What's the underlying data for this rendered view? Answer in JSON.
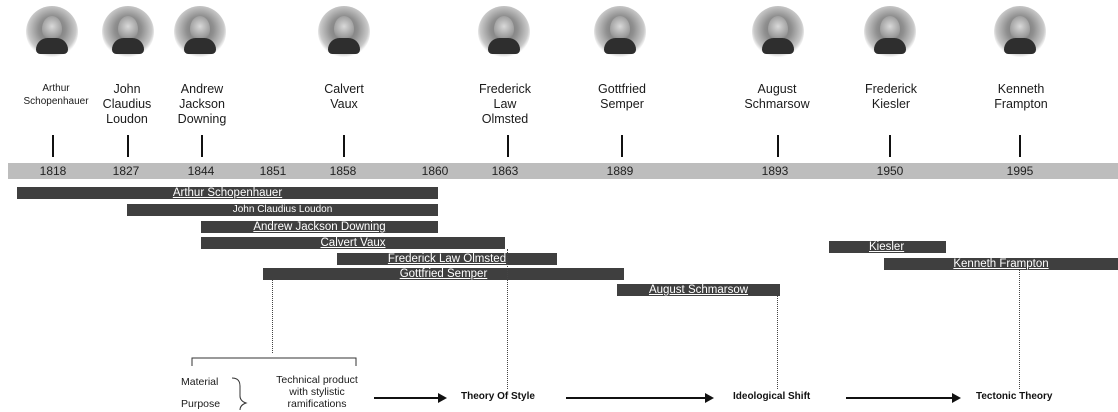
{
  "timeline": {
    "people": [
      {
        "name": "Arthur Schopenhauer",
        "lines": [
          "Arthur",
          "Schopenhauer"
        ],
        "small": true
      },
      {
        "name": "John Claudius Loudon",
        "lines": [
          "John",
          "Claudius",
          "Loudon"
        ]
      },
      {
        "name": "Andrew Jackson Downing",
        "lines": [
          "Andrew",
          "Jackson",
          "Downing"
        ]
      },
      {
        "name": "Calvert Vaux",
        "lines": [
          "Calvert",
          "Vaux"
        ]
      },
      {
        "name": "Frederick Law Olmsted",
        "lines": [
          "Frederick",
          "Law",
          "Olmsted"
        ]
      },
      {
        "name": "Gottfried Semper",
        "lines": [
          "Gottfried",
          "Semper"
        ]
      },
      {
        "name": "August Schmarsow",
        "lines": [
          "August",
          "Schmarsow"
        ]
      },
      {
        "name": "Frederick Kiesler",
        "lines": [
          "Frederick",
          "Kiesler"
        ]
      },
      {
        "name": "Kenneth Frampton",
        "lines": [
          "Kenneth",
          "Frampton"
        ]
      }
    ],
    "years": [
      "1818",
      "1827",
      "1844",
      "1851",
      "1858",
      "1860",
      "1863",
      "1889",
      "1893",
      "1950",
      "1995"
    ],
    "bars": [
      {
        "label": "Arthur Schopenhauer"
      },
      {
        "label": "John Claudius Loudon"
      },
      {
        "label": "Andrew Jackson Downing"
      },
      {
        "label": "Calvert Vaux"
      },
      {
        "label": "Frederick Law Olmsted"
      },
      {
        "label": "Gottfried Semper"
      },
      {
        "label": "August Schmarsow"
      },
      {
        "label": "Kiesler"
      },
      {
        "label": "Kenneth Frampton"
      }
    ]
  },
  "bottom": {
    "material": "Material",
    "purpose": "Purpose",
    "technical_line1": "Technical product",
    "technical_line2": "with stylistic",
    "technical_line3": "ramifications",
    "concepts": [
      "Theory Of Style",
      "Ideological Shift",
      "Tectonic Theory"
    ]
  }
}
